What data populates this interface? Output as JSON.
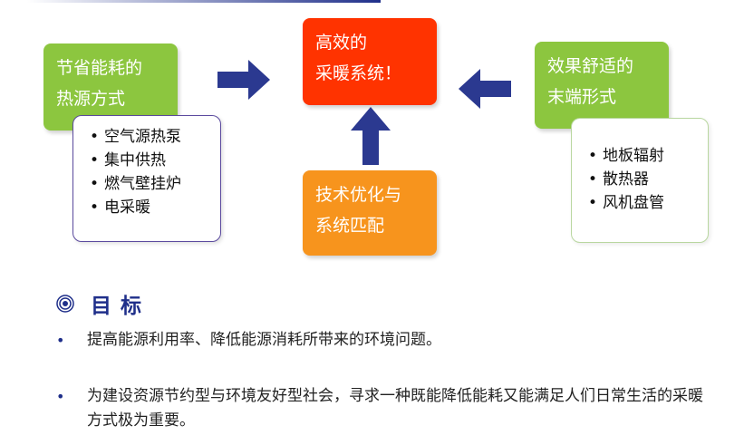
{
  "left_box": {
    "line1": "节省能耗的",
    "line2": "热源方式"
  },
  "left_list": [
    "空气源热泵",
    "集中供热",
    "燃气壁挂炉",
    "电采暖"
  ],
  "center_box": {
    "line1": "高效的",
    "line2": "采暖系统！"
  },
  "bottom_box": {
    "line1": "技术优化与",
    "line2": "系统匹配"
  },
  "right_box": {
    "line1": "效果舒适的",
    "line2": "末端形式"
  },
  "right_list": [
    "地板辐射",
    "散热器",
    "风机盘管"
  ],
  "goal": {
    "heading": "目标",
    "bullets": [
      "提高能源利用率、降低能源消耗所带来的环境问题。",
      "为建设资源节约型与环境友好型社会，寻求一种既能降低能耗又能满足人们日常生活的采暖方式极为重要。"
    ]
  },
  "colors": {
    "green": "#8cc63f",
    "red": "#ff3300",
    "orange": "#f7941d",
    "navy": "#1f2f8a",
    "left_list_border": "#5b4a9e",
    "right_list_border": "#b9d7a0"
  }
}
